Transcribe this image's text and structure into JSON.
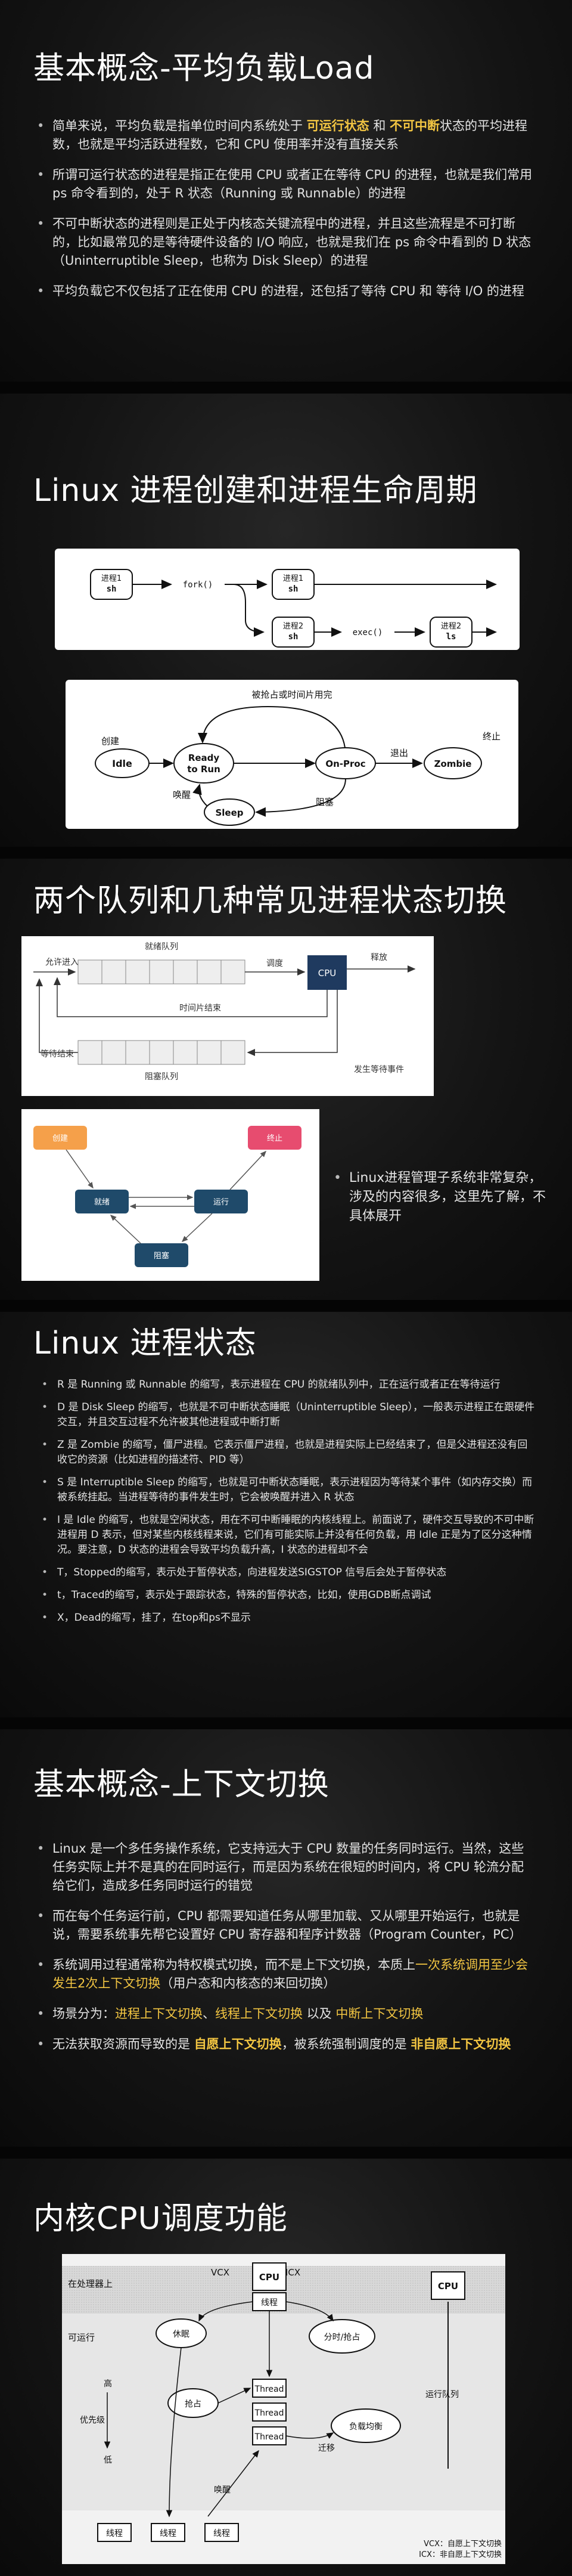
{
  "slide1": {
    "title": "基本概念-平均负载Load",
    "b1": {
      "t1": "简单来说，平均负载是指单位时间内系统处于 ",
      "h1": "可运行状态",
      "t2": " 和 ",
      "h2": "不可中断",
      "t3": "状态的平均进程数，也就是平均活跃进程数，它和 CPU 使用率并没有直接关系"
    },
    "b2": "所谓可运行状态的进程是指正在使用 CPU 或者正在等待 CPU 的进程，也就是我们常用 ps 命令看到的，处于 R 状态（Running 或 Runnable）的进程",
    "b3": "不可中断状态的进程则是正处于内核态关键流程中的进程，并且这些流程是不可打断的，比如最常见的是等待硬件设备的 I/O 响应，也就是我们在 ps 命令中看到的 D 状态（Uninterruptible Sleep，也称为 Disk Sleep）的进程",
    "b4": "平均负载它不仅包括了正在使用 CPU 的进程，还包括了等待 CPU 和 等待 I/O 的进程"
  },
  "slide2": {
    "title": "Linux 进程创建和进程生命周期",
    "fork": {
      "p1a": "进程1",
      "p1b": "sh",
      "fork": "fork()",
      "p1c": "进程1",
      "p1d": "sh",
      "p2a": "进程2",
      "p2b": "sh",
      "exec": "exec()",
      "p2c": "进程2",
      "p2d": "ls"
    },
    "life": {
      "top": "被抢占或时间片用完",
      "create": "创建",
      "idle": "Idle",
      "ready1": "Ready",
      "ready2": "to Run",
      "onproc": "On-Proc",
      "exit": "退出",
      "zombie": "Zombie",
      "end": "终止",
      "wake": "唤醒",
      "block": "阻塞",
      "sleep": "Sleep"
    }
  },
  "slide3": {
    "title": "两个队列和几种常见进程状态切换",
    "queue": {
      "ready_q": "就绪队列",
      "enter": "允许进入",
      "dispatch": "调度",
      "cpu": "CPU",
      "release": "释放",
      "timeout": "时间片结束",
      "wait_end": "等待结束",
      "block_q": "阻塞队列",
      "event_wait": "发生等待事件"
    },
    "states": {
      "create": "创建",
      "ready": "就绪",
      "running": "运行",
      "end": "终止",
      "blocked": "阻塞"
    },
    "note": "Linux进程管理子系统非常复杂，涉及的内容很多，这里先了解，不具体展开"
  },
  "slide4": {
    "title": "Linux 进程状态",
    "bullets": [
      "R 是 Running 或 Runnable 的缩写，表示进程在 CPU 的就绪队列中，正在运行或者正在等待运行",
      "D 是 Disk Sleep 的缩写，也就是不可中断状态睡眠（Uninterruptible Sleep），一般表示进程正在跟硬件交互，并且交互过程不允许被其他进程或中断打断",
      "Z 是 Zombie 的缩写，僵尸进程。它表示僵尸进程，也就是进程实际上已经结束了，但是父进程还没有回收它的资源（比如进程的描述符、PID 等）",
      "S 是 Interruptible Sleep 的缩写，也就是可中断状态睡眠，表示进程因为等待某个事件（如内存交换）而被系统挂起。当进程等待的事件发生时，它会被唤醒并进入 R 状态",
      "I 是 Idle 的缩写，也就是空闲状态，用在不可中断睡眠的内核线程上。前面说了，硬件交互导致的不可中断进程用 D 表示，但对某些内核线程来说，它们有可能实际上并没有任何负载，用 Idle 正是为了区分这种情况。要注意，D 状态的进程会导致平均负载升高，I 状态的进程却不会",
      "T，Stopped的缩写，表示处于暂停状态，向进程发送SIGSTOP 信号后会处于暂停状态",
      "t，Traced的缩写，表示处于跟踪状态，特殊的暂停状态，比如，使用GDB断点调试",
      "X，Dead的缩写，挂了，在top和ps不显示"
    ]
  },
  "slide5": {
    "title": "基本概念-上下文切换",
    "b1": "Linux 是一个多任务操作系统，它支持远大于 CPU 数量的任务同时运行。当然，这些任务实际上并不是真的在同时运行，而是因为系统在很短的时间内，将 CPU 轮流分配给它们，造成多任务同时运行的错觉",
    "b2": "而在每个任务运行前，CPU 都需要知道任务从哪里加载、又从哪里开始运行，也就是说，需要系统事先帮它设置好 CPU 寄存器和程序计数器（Program Counter，PC）",
    "b3": {
      "t1": "系统调用过程通常称为特权模式切换，而不是上下文切换，本质上",
      "h1": "一次系统调用至少会发生2次上下文切换",
      "t2": "（用户态和内核态的来回切换）"
    },
    "b4": {
      "t1": "场景分为：",
      "h1": "进程上下文切换",
      "t2": "、",
      "h2": "线程上下文切换",
      "t3": " 以及 ",
      "h3": "中断上下文切换"
    },
    "b5": {
      "t1": "无法获取资源而导致的是 ",
      "h1": "自愿上下文切换",
      "t2": "，被系统强制调度的是 ",
      "h2": "非自愿上下文切换"
    }
  },
  "slide6": {
    "title": "内核CPU调度功能",
    "diagram": {
      "vcx": "VCX",
      "icx": "ICX",
      "cpu": "CPU",
      "on_cpu": "在处理器上",
      "runnable": "可运行",
      "thread": "线程",
      "sleep": "休眠",
      "timeslice": "分时/抢占",
      "preempt": "抢占",
      "loadbal": "负载均衡",
      "priority": "优先级",
      "high": "高",
      "low": "低",
      "thr": "Thread",
      "run_queue": "运行队列",
      "migrate": "迁移",
      "wakeup": "唤醒",
      "legend1": "VCX：自愿上下文切换",
      "legend2": "ICX：非自愿上下文切换"
    }
  }
}
